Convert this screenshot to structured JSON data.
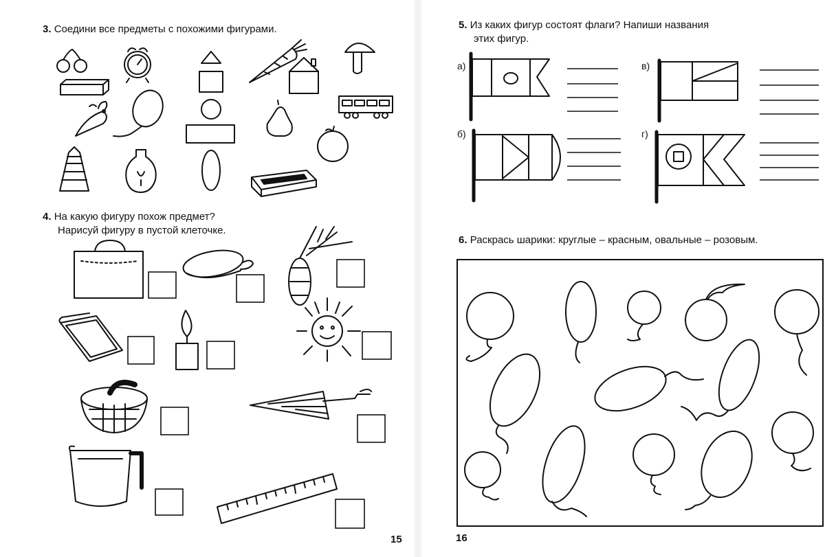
{
  "left_page": {
    "task3": {
      "number": "3.",
      "text": "Соедини все предметы с похожими фигурами."
    },
    "task4": {
      "number": "4.",
      "line1": "На какую фигуру похож предмет?",
      "line2": "Нарисуй фигуру в пустой клеточке."
    },
    "page_number": "15"
  },
  "right_page": {
    "task5": {
      "number": "5.",
      "line1": "Из каких фигур состоят флаги? Напиши названия",
      "line2": "этих фигур."
    },
    "flag_labels": [
      "а)",
      "в)",
      "б)",
      "г)"
    ],
    "task6": {
      "number": "6.",
      "text": "Раскрась шарики: круглые – красным, овальные – розовым."
    },
    "page_number": "16"
  },
  "icons": [
    "cherries-icon",
    "alarm-clock-icon",
    "carrot-icon",
    "mushroom-icon",
    "house-icon",
    "bird-icon",
    "balloon-icon",
    "pear-icon",
    "train-car-icon",
    "pyramid-toy-icon",
    "light-bulb-icon",
    "apple-icon",
    "box-icon",
    "bag-icon",
    "brush-icon",
    "pinecone-icon",
    "sun-icon",
    "tray-icon",
    "candle-icon",
    "basket-icon",
    "umbrella-icon",
    "jug-icon",
    "ruler-icon"
  ]
}
